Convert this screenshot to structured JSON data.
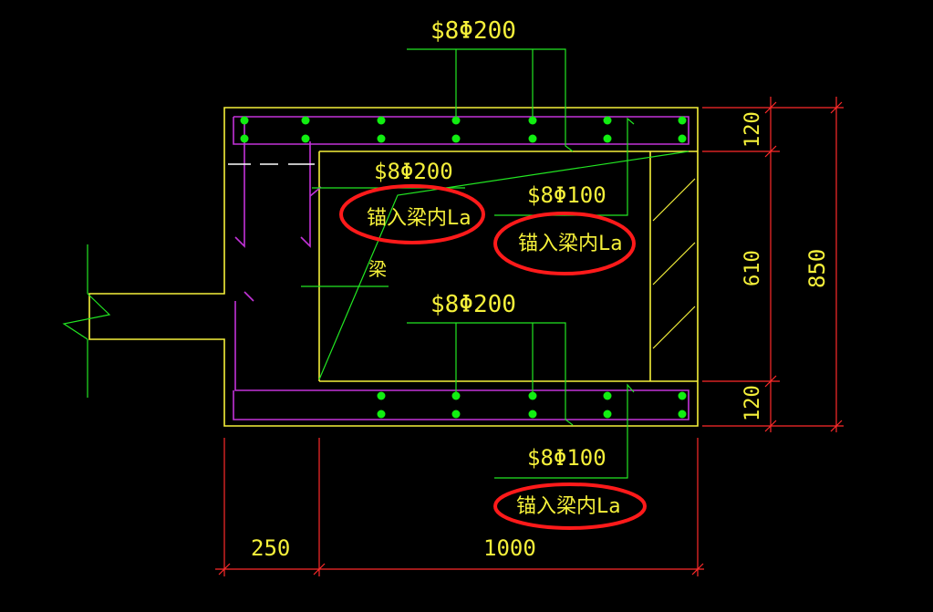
{
  "colors": {
    "background": "#000000",
    "outline": "#f5f03a",
    "rebar_lines": "#c233d8",
    "leaders": "#22e622",
    "dots": "#11ee11",
    "dimensions": "#ff2a2a",
    "highlight": "#ff1a1a"
  },
  "labels": {
    "top_rebar": "$8Φ200",
    "inner_rebar": "$8Φ200",
    "mid_rebar": "$8Φ200",
    "right_rebar": "$8Φ100",
    "bottom_rebar": "$8Φ100",
    "beam": "梁",
    "anchor_1": "锚入梁内La",
    "anchor_2": "锚入梁内La",
    "anchor_3": "锚入梁内La"
  },
  "dimensions": {
    "left_width": "250",
    "main_width": "1000",
    "top_thickness": "120",
    "inner_height": "610",
    "bottom_thickness": "120",
    "total_height": "850"
  }
}
